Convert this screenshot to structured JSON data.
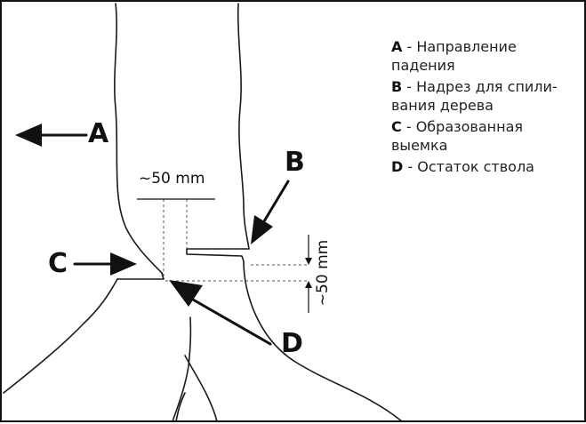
{
  "legend": [
    {
      "key": "A",
      "text": " - Направление падения"
    },
    {
      "key": "B",
      "text": " - Надрез для спили-вания дерева"
    },
    {
      "key": "C",
      "text": " - Образованная выемка"
    },
    {
      "key": "D",
      "text": " - Остаток ствола"
    }
  ],
  "labels": {
    "a": "A",
    "b": "B",
    "c": "C",
    "d": "D"
  },
  "dimensions": {
    "horizontal": "~50 mm",
    "vertical": "~50 mm"
  }
}
